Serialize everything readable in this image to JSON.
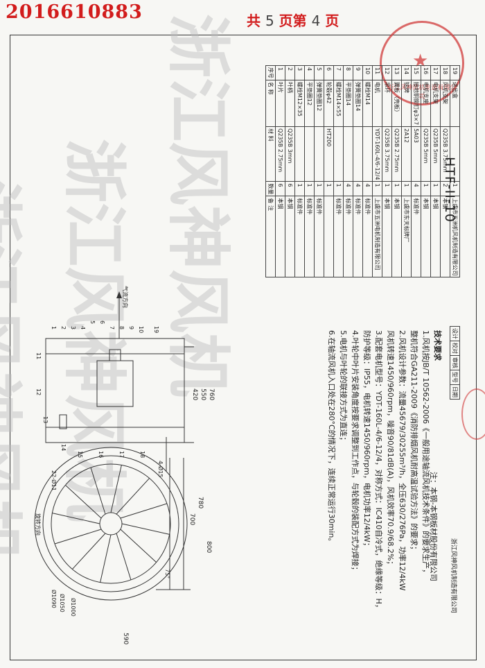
{
  "header": {
    "serial_no": "2016610883",
    "pages_total_label": "共",
    "pages_total": "5",
    "pages_sep_label": "页第",
    "page_current": "4",
    "pages_end_label": "页"
  },
  "watermarks": [
    "浙江风神风机",
    "浙江风神风机",
    "浙江风神风机"
  ],
  "stamp": {
    "text": "浙江风神风机制造有限公司"
  },
  "bom": {
    "header": {
      "no": "序号",
      "name": "名 称",
      "material": "材 料",
      "qty": "数量",
      "remark": "备 注"
    },
    "rows": [
      {
        "no": "19",
        "name": "进出盒",
        "material": "",
        "qty": "1",
        "remark": "上虞市五洲机风机制造有限公司"
      },
      {
        "no": "18",
        "name": "风机支架",
        "material": "Q235B 3.75mm",
        "qty": "2",
        "remark": "本钢"
      },
      {
        "no": "17",
        "name": "电机支架",
        "material": "Q235B 5mm",
        "qty": "1",
        "remark": "本钢"
      },
      {
        "no": "16",
        "name": "电机支座",
        "material": "Q235B 5mm",
        "qty": "1",
        "remark": "本钢"
      },
      {
        "no": "15",
        "name": "接地铜铆钉φ3×7",
        "material": "5A03",
        "qty": "4",
        "remark": "标准件"
      },
      {
        "no": "14",
        "name": "铭牌",
        "material": "2A12",
        "qty": "1",
        "remark": "上虞市东天标牌厂"
      },
      {
        "no": "13",
        "name": "翼板（壳板）",
        "material": "Q235B 2.75mm",
        "qty": "1",
        "remark": "本钢"
      },
      {
        "no": "12",
        "name": "吊环",
        "material": "Q235B 3.75mm",
        "qty": "1",
        "remark": "本钢"
      },
      {
        "no": "11",
        "name": "电机",
        "material": "YDT-160L-4/6-12/4",
        "qty": "1",
        "remark": "上虞市五洲电机制造有限公司"
      },
      {
        "no": "10",
        "name": "螺栓M14",
        "material": "",
        "qty": "4",
        "remark": "标准件"
      },
      {
        "no": "9",
        "name": "弹簧垫圈14",
        "material": "",
        "qty": "4",
        "remark": "标准件"
      },
      {
        "no": "8",
        "name": "平垫圈14",
        "material": "",
        "qty": "4",
        "remark": "标准件"
      },
      {
        "no": "7",
        "name": "螺栓M14×55",
        "material": "",
        "qty": "1",
        "remark": "标准件"
      },
      {
        "no": "6",
        "name": "轮毂φ42",
        "material": "HT200",
        "qty": "1",
        "remark": ""
      },
      {
        "no": "5",
        "name": "弹簧垫圈12",
        "material": "",
        "qty": "1",
        "remark": "标准件"
      },
      {
        "no": "4",
        "name": "平垫圈12",
        "material": "",
        "qty": "1",
        "remark": "标准件"
      },
      {
        "no": "3",
        "name": "螺栓M12×35",
        "material": "",
        "qty": "1",
        "remark": "标准件"
      },
      {
        "no": "2",
        "name": "叶柄",
        "material": "Q235B 3mm",
        "qty": "6",
        "remark": "本钢"
      },
      {
        "no": "1",
        "name": "叶片",
        "material": "Q235B 2.75mm",
        "qty": "6",
        "remark": "本钢"
      }
    ]
  },
  "title_block": {
    "drawing_no": "HTF-II-10",
    "model_label": "型号",
    "date_label": "日期",
    "review_label": "审核",
    "proof_label": "校对",
    "design_label": "设计",
    "company": "浙江风神风机制造有限公司"
  },
  "drawing": {
    "airflow_label": "气流方向",
    "rotation_label": "旋转方向",
    "dims": {
      "d420": "420",
      "d550": "550",
      "d760": "760",
      "d700": "700",
      "d780": "780",
      "d800": "800",
      "d590": "590",
      "dia1000": "Ø1090",
      "dia1050": "Ø1050",
      "dia1000b": "Ø1000",
      "hole": "22-Ø11",
      "bolt": "4-Ø15",
      "angle": "75°"
    },
    "callouts": [
      "1",
      "2",
      "3",
      "4",
      "5",
      "6",
      "7",
      "8",
      "9",
      "10",
      "11",
      "12",
      "13",
      "14",
      "15",
      "16",
      "17",
      "18",
      "19"
    ]
  },
  "notes": {
    "title": "技术要求",
    "lines": [
      "1.风机按JB/T 10562-2006《一般用途轴流风机技术条件》的要求生产，",
      "   整机符合GA211-2009《消防排烟风机耐高温试验方法》的要求；",
      "2.风机设计参数：流量45679/30255m³/h，全压630/276Pa，功率12/4kW",
      "   风机转速1450/960rpm，噪音90/81dB(A)，风机效率70.9/68.2%；",
      "3.配套电机型号：YDT-160L-4/6-12/4，对称方式：IC410自冷式，绝缘等级：H，",
      "   防护等级：IP55，电机转速1450/960rpm，电机功率12/4kW；",
      "4.叶轮中叶片安装角度按要求调整到工作点，与轮毂的装配方式为焊接；",
      "5.电机与叶轮的联接方式为直连；",
      "6.在轴流风机入口处在280°C的情况下，连续正常运行30min。"
    ],
    "footer": "注：本钢-本钢板材股份有限公司"
  }
}
